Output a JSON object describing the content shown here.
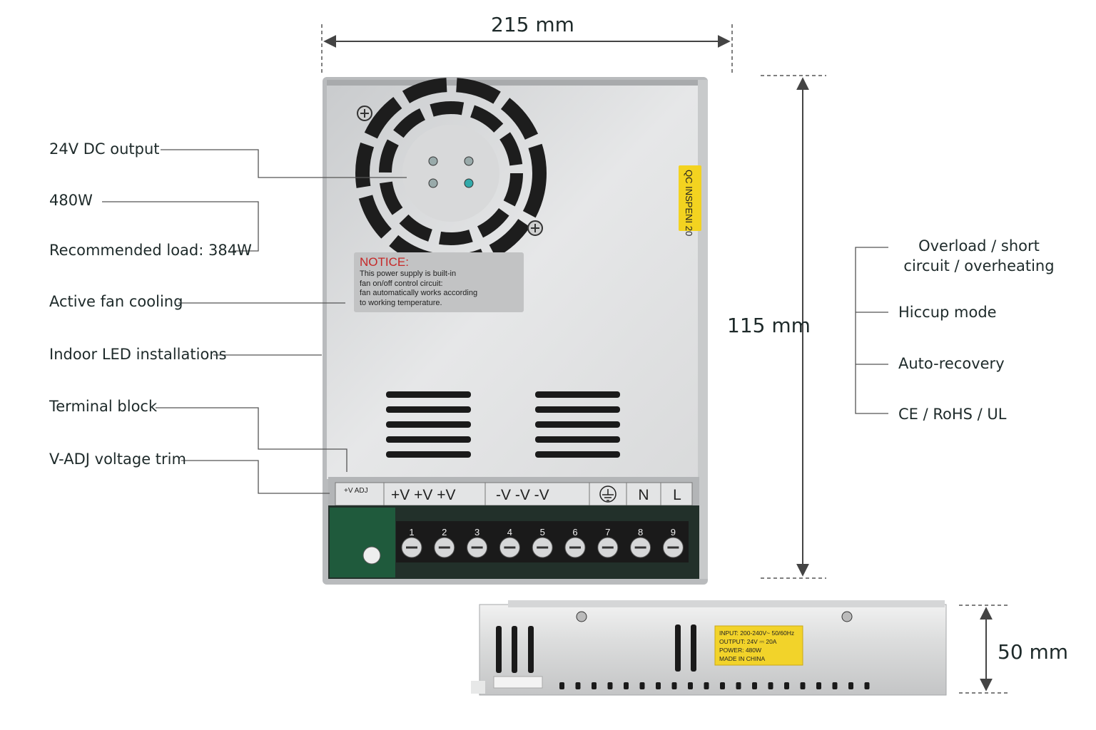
{
  "dimensions": {
    "width": "215 mm",
    "height": "115 mm",
    "depth": "50 mm"
  },
  "left_labels": [
    "24V DC output",
    "480W",
    "Recommended load: 384W",
    "Active fan cooling",
    "Indoor LED installations",
    "Terminal block",
    "V-ADJ voltage trim"
  ],
  "right_labels": [
    "Overload / short circuit / overheating",
    "Hiccup mode",
    "Auto-recovery",
    "CE / RoHS / UL"
  ],
  "notice": {
    "title": "NOTICE:",
    "lines": [
      "This power supply is built-in",
      "fan on/off control circuit:",
      "fan automatically works according",
      "to working temperature."
    ]
  },
  "qc_sticker": "QC INSPENI 20",
  "terminal_strip": {
    "vadj": "+V ADJ",
    "groups": [
      "+V +V +V",
      "-V  -V  -V",
      "N",
      "L"
    ],
    "numbers": [
      "1",
      "2",
      "3",
      "4",
      "5",
      "6",
      "7",
      "8",
      "9"
    ]
  },
  "spec_label": [
    "INPUT: 200-240V~ 50/60Hz",
    "OUTPUT: 24V ⎓ 20A",
    "POWER: 480W",
    "MADE IN CHINA"
  ]
}
